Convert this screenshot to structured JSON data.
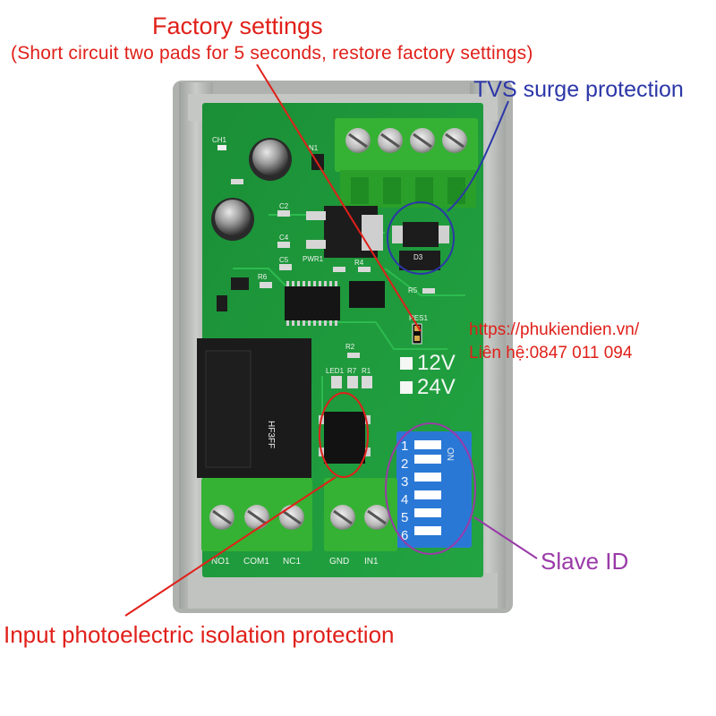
{
  "annotations": {
    "factory_title": "Factory settings",
    "factory_subtitle": "(Short circuit two pads for 5 seconds, restore factory settings)",
    "tvs": "TVS surge protection",
    "url": "https://phukiendien.vn/",
    "contact": "Liên hệ:0847 011 094",
    "slave_id": "Slave ID",
    "input_isolation": "Input photoelectric isolation protection"
  },
  "board_labels": {
    "voltage_12": "12V",
    "voltage_24": "24V",
    "res": "RES1",
    "pwr": "PWR1",
    "led": "LED1",
    "n1": "N1",
    "ch1": "CH1",
    "d3": "D3",
    "c2": "C2",
    "c4": "C4",
    "c5": "C5",
    "r2": "R2",
    "r4": "R4",
    "r5": "R5",
    "r6": "R6",
    "r7": "R7",
    "r1": "R1",
    "dip_on": "ON",
    "dip_numbers": [
      "1",
      "2",
      "3",
      "4",
      "5",
      "6"
    ],
    "terminal_labels": [
      "NO1",
      "COM1",
      "NC1",
      "GND",
      "IN1"
    ],
    "relay_brand": "HF3FF"
  },
  "colors": {
    "pcb": "#1f9a3c",
    "terminal": "#2fae2e",
    "enclosure": "#b9bcb8",
    "dip": "#2a78d6",
    "red_annotation": "#e0201a",
    "blue_annotation": "#2c37a8",
    "purple_annotation": "#9a3aa8"
  }
}
